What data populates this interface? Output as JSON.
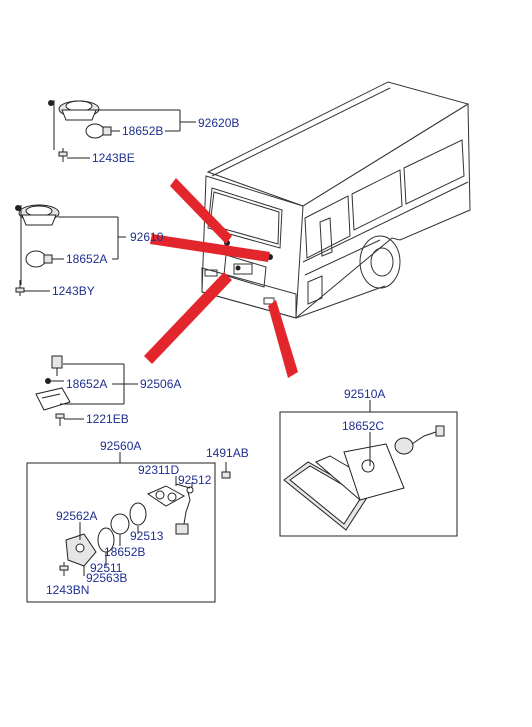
{
  "labels": {
    "p92620B": "92620B",
    "p18652B_top": "18652B",
    "p1243BE": "1243BE",
    "p92610": "92610",
    "p18652A_1": "18652A",
    "p1243BY": "1243BY",
    "p18652A_2": "18652A",
    "p92506A": "92506A",
    "p1221EB": "1221EB",
    "p92510A": "92510A",
    "p18652C": "18652C",
    "p92560A": "92560A",
    "p1491AB": "1491AB",
    "p92311D": "92311D",
    "p92512": "92512",
    "p92562A": "92562A",
    "p92513": "92513",
    "p18652B_bot": "18652B",
    "p92511": "92511",
    "p92563B": "92563B",
    "p1243BN": "1243BN"
  },
  "colors": {
    "label_text": "#1f2f8f",
    "pointer_arrows": "#e3262b",
    "line_art": "#222222"
  }
}
